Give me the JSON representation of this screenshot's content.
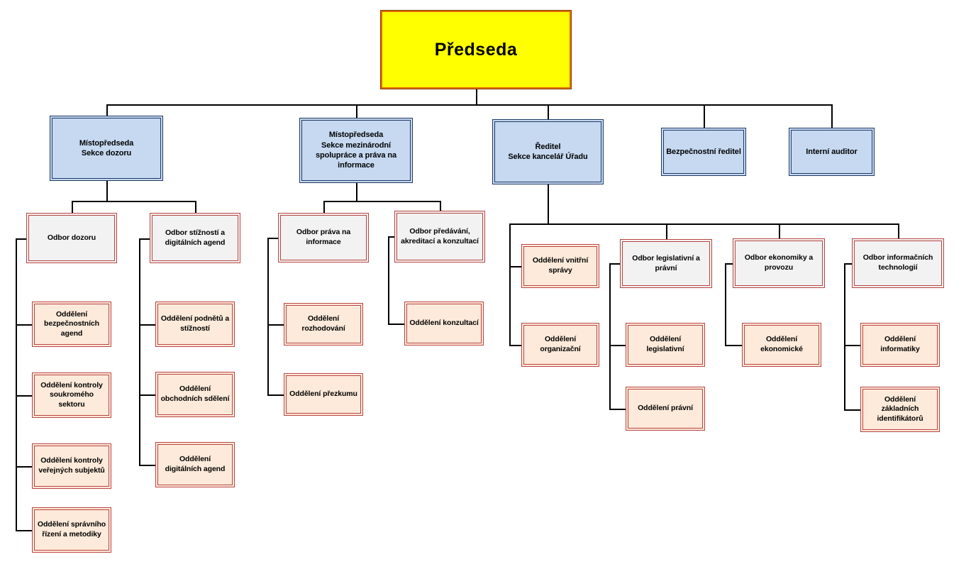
{
  "palette": {
    "background": "#ffffff",
    "connector_line": "#000000",
    "text": "#000000",
    "root_fill": "#ffff00",
    "root_border_outer": "#7f3f00",
    "root_border_inner": "#e36c09",
    "level1_fill": "#c6d9f1",
    "level1_border": "#1f3864",
    "odbor_fill": "#f2f2f2",
    "oddeleni_fill": "#fdeada",
    "red_border": "#b94441"
  },
  "nodes": {
    "predseda": "Předseda",
    "mistopredseda_dozoru": "Místopředseda\nSekce dozoru",
    "mistopredseda_mezinarodni": "Místopředseda\nSekce mezinárodní spolupráce a práva na informace",
    "reditel": "Ředitel\nSekce kancelář Úřadu",
    "bezpecnostni_reditel": "Bezpečnostní ředitel",
    "interni_auditor": "Interní auditor",
    "odbor_dozoru": "Odbor dozoru",
    "odbor_stiznosti": "Odbor stížností a digitálních agend",
    "odbor_prava": "Odbor práva na informace",
    "odbor_predavani": "Odbor předávání,\nakreditací a konzultací",
    "odbor_legislativni": "Odbor legislativní a právní",
    "odbor_ekonomiky": "Odbor ekonomiky a provozu",
    "odbor_it": "Odbor informačních technologií",
    "odd_bezpecnostnich_agend": "Oddělení bezpečnostních agend",
    "odd_kontroly_soukromeho": "Oddělení kontroly soukromého sektoru",
    "odd_kontroly_verejnych": "Oddělení kontroly veřejných subjektů",
    "odd_spravniho_rizeni": "Oddělení správního řízení a metodiky",
    "odd_podnetu": "Oddělení podnětů a stížností",
    "odd_obchodnich": "Oddělení obchodních sdělení",
    "odd_digitalnich": "Oddělení digitálních agend",
    "odd_rozhodovani": "Oddělení rozhodování",
    "odd_prezkumu": "Oddělení přezkumu",
    "odd_konzultaci": "Oddělení konzultací",
    "odd_vnitrni": "Oddělení vnitřní správy",
    "odd_organizacni": "Oddělení organizační",
    "odd_legislativni": "Oddělení legislativní",
    "odd_pravni": "Oddělení právní",
    "odd_ekonomicke": "Oddělení ekonomické",
    "odd_informatiky": "Oddělení informatiky",
    "odd_zakladnich": "Oddělení základních identifikátorů"
  },
  "hierarchy": {
    "predseda": [
      "mistopredseda_dozoru",
      "mistopredseda_mezinarodni",
      "reditel",
      "bezpecnostni_reditel",
      "interni_auditor"
    ],
    "mistopredseda_dozoru": [
      "odbor_dozoru",
      "odbor_stiznosti"
    ],
    "mistopredseda_mezinarodni": [
      "odbor_prava",
      "odbor_predavani"
    ],
    "reditel": [
      "odd_vnitrni",
      "odd_organizacni",
      "odbor_legislativni",
      "odbor_ekonomiky",
      "odbor_it"
    ],
    "odbor_dozoru": [
      "odd_bezpecnostnich_agend",
      "odd_kontroly_soukromeho",
      "odd_kontroly_verejnych",
      "odd_spravniho_rizeni"
    ],
    "odbor_stiznosti": [
      "odd_podnetu",
      "odd_obchodnich",
      "odd_digitalnich"
    ],
    "odbor_prava": [
      "odd_rozhodovani",
      "odd_prezkumu"
    ],
    "odbor_predavani": [
      "odd_konzultaci"
    ],
    "odbor_legislativni": [
      "odd_legislativni",
      "odd_pravni"
    ],
    "odbor_ekonomiky": [
      "odd_ekonomicke"
    ],
    "odbor_it": [
      "odd_informatiky",
      "odd_zakladnich"
    ]
  }
}
